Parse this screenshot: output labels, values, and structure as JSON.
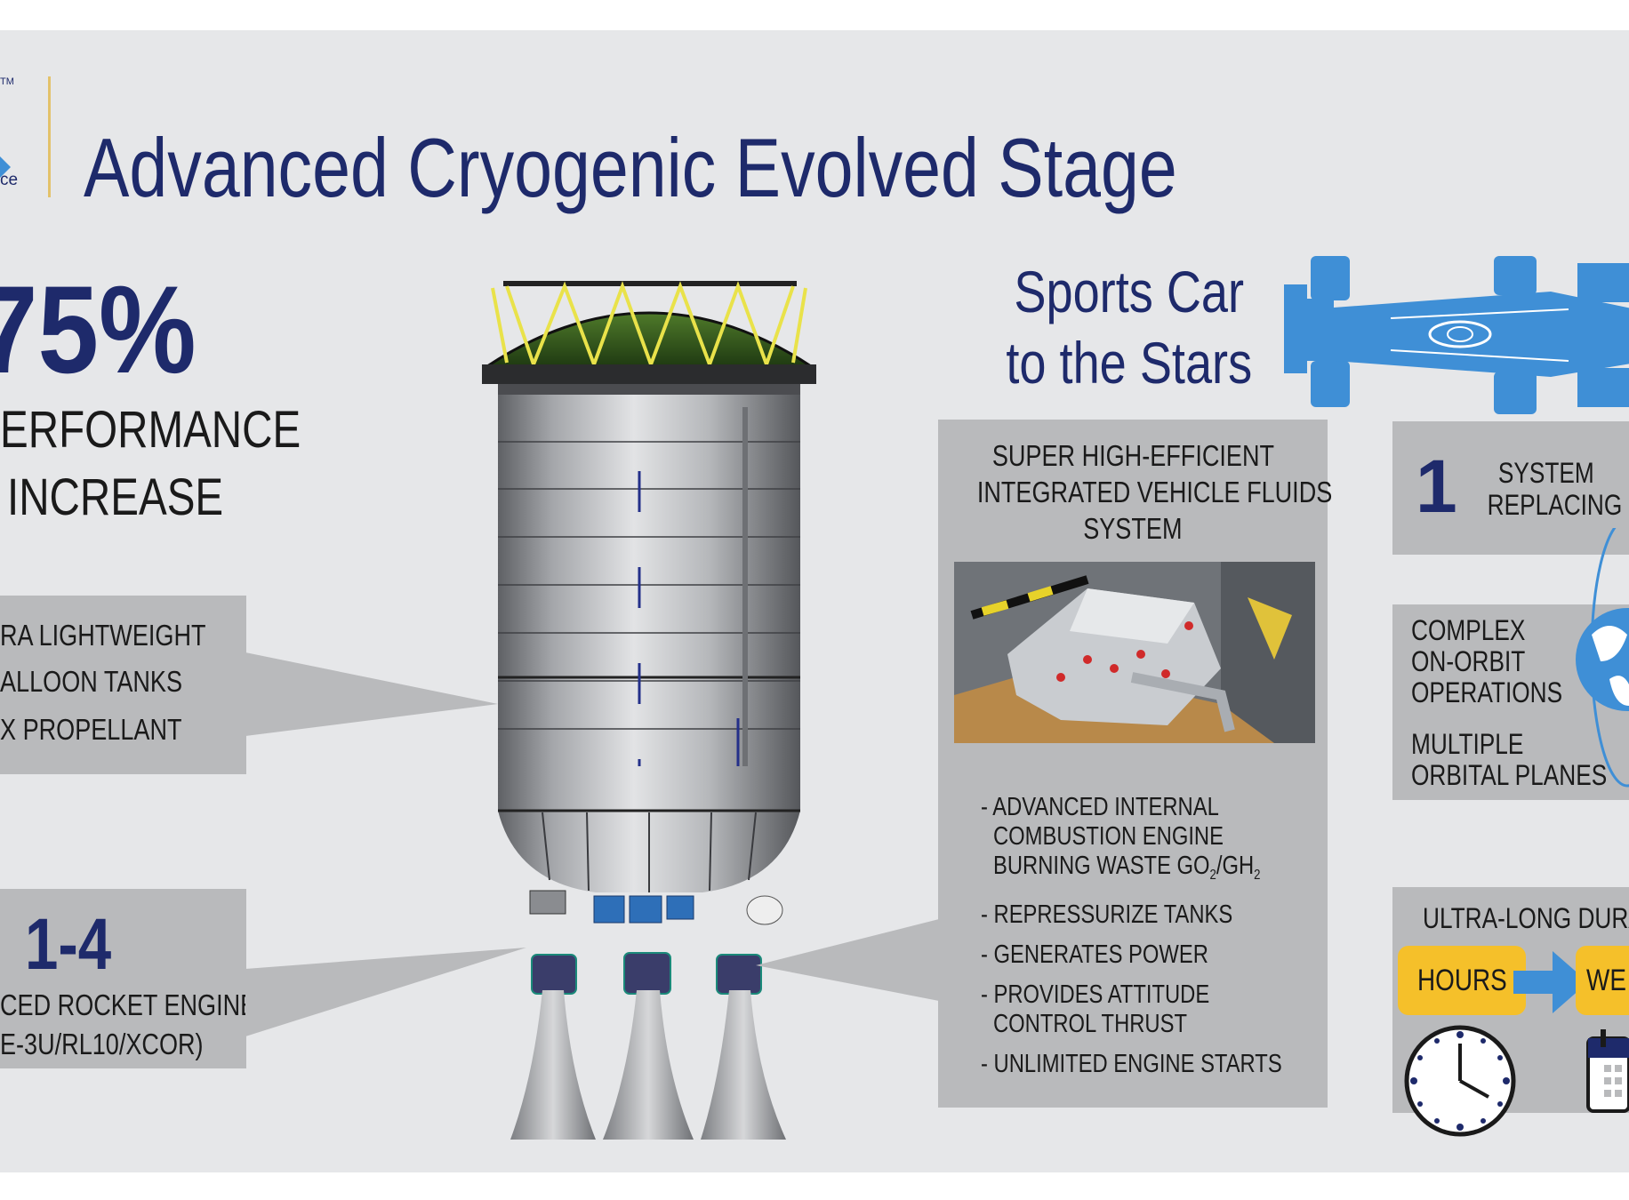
{
  "header": {
    "logo_tm": "TM",
    "logo_fragment": "ce",
    "title": "Advanced Cryogenic Evolved Stage"
  },
  "left": {
    "big_percent": "75%",
    "perf_line1": "ERFORMANCE",
    "perf_line2": "INCREASE",
    "tanks_box": {
      "line1": "RA LIGHTWEIGHT",
      "line2": "ALLOON TANKS",
      "line3": "X PROPELLANT"
    },
    "engines_box": {
      "count": "1-4",
      "line1": "CED ROCKET ENGINES",
      "line2": "E-3U/RL10/XCOR)"
    }
  },
  "sports": {
    "line1": "Sports Car",
    "line2": "to the Stars"
  },
  "fluids": {
    "title_line1": "SUPER HIGH-EFFICIENT",
    "title_line2": "INTEGRATED VEHICLE FLUIDS",
    "title_line3": "SYSTEM",
    "bullet1_line1": "- ADVANCED INTERNAL",
    "bullet1_line2": "COMBUSTION ENGINE",
    "bullet1_line3_a": "BURNING WASTE GO",
    "bullet1_sub1": "2",
    "bullet1_line3_b": "/GH",
    "bullet1_sub2": "2",
    "bullet2": "- REPRESSURIZE TANKS",
    "bullet3": "- GENERATES POWER",
    "bullet4_line1": "- PROVIDES ATTITUDE",
    "bullet4_line2": "CONTROL THRUST",
    "bullet5": "- UNLIMITED ENGINE STARTS"
  },
  "right": {
    "system_number": "1",
    "system_line1": "SYSTEM",
    "system_line2": "REPLACING",
    "complex_line1": "COMPLEX",
    "complex_line2": "ON-ORBIT",
    "complex_line3": "OPERATIONS",
    "multiple_line1": "MULTIPLE",
    "multiple_line2": "ORBITAL PLANES",
    "duration_title": "ULTRA-LONG DURA",
    "hours": "HOURS",
    "weeks_fragment": "WE"
  },
  "colors": {
    "navy": "#1e2a6b",
    "accent_blue": "#3f8fd6",
    "box_gray": "#b9babc",
    "background": "#e6e7e9",
    "yellow": "#f5c02a"
  }
}
